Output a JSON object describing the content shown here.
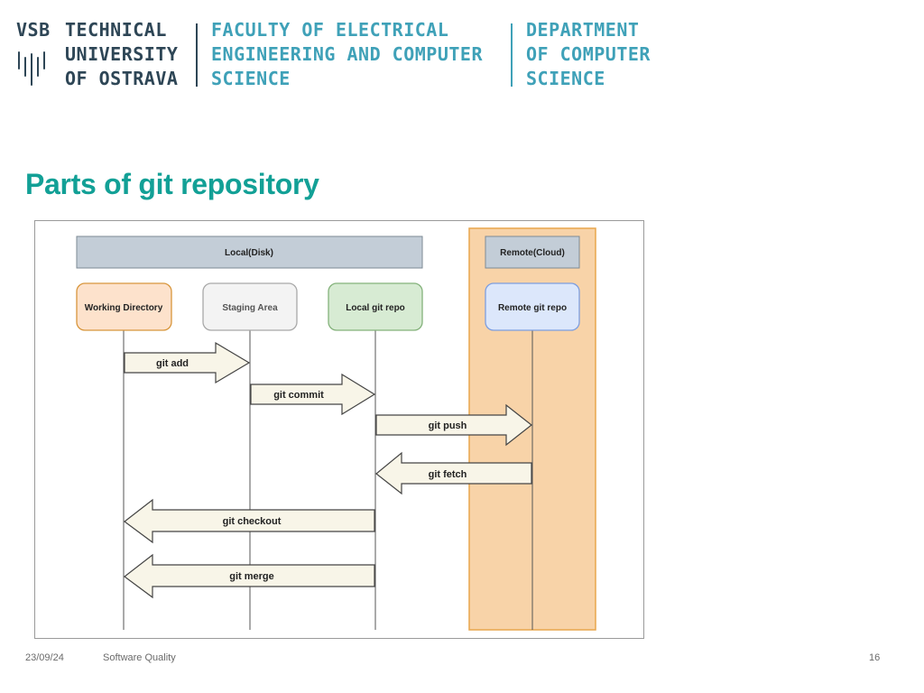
{
  "header": {
    "university": {
      "abbr": "VSB",
      "lines": [
        "TECHNICAL",
        "UNIVERSITY",
        "OF OSTRAVA"
      ]
    },
    "faculty": {
      "lines": [
        "FACULTY OF ELECTRICAL",
        "ENGINEERING AND COMPUTER",
        "SCIENCE"
      ]
    },
    "department": {
      "lines": [
        "DEPARTMENT",
        "OF COMPUTER",
        "SCIENCE"
      ]
    }
  },
  "slide": {
    "title": "Parts of git repository"
  },
  "diagram": {
    "regions": {
      "local": "Local(Disk)",
      "remote": "Remote(Cloud)"
    },
    "nodes": [
      {
        "id": "wd",
        "label": "Working Directory",
        "fill": "#fde2cc",
        "stroke": "#d8963c"
      },
      {
        "id": "sa",
        "label": "Staging Area",
        "fill": "#f3f3f3",
        "stroke": "#a9a9a9"
      },
      {
        "id": "lr",
        "label": "Local git repo",
        "fill": "#d7ebd3",
        "stroke": "#84b27b"
      },
      {
        "id": "rr",
        "label": "Remote git repo",
        "fill": "#dce7fb",
        "stroke": "#7d9ee0"
      }
    ],
    "commands": [
      {
        "label": "git add",
        "from": "wd",
        "to": "sa"
      },
      {
        "label": "git commit",
        "from": "sa",
        "to": "lr"
      },
      {
        "label": "git push",
        "from": "lr",
        "to": "rr"
      },
      {
        "label": "git fetch",
        "from": "rr",
        "to": "lr"
      },
      {
        "label": "git checkout",
        "from": "lr",
        "to": "wd"
      },
      {
        "label": "git merge",
        "from": "lr",
        "to": "wd"
      }
    ]
  },
  "footer": {
    "date": "23/09/24",
    "course": "Software Quality",
    "page": "16"
  },
  "colors": {
    "navy": "#2e4656",
    "teal_text": "#3fa1b8",
    "title": "#12a096",
    "remote_bg": "#f8d3a8",
    "remote_border": "#e8a64c",
    "arrow_fill": "#f8f5e8",
    "region_bar": "#c3cdd7"
  }
}
